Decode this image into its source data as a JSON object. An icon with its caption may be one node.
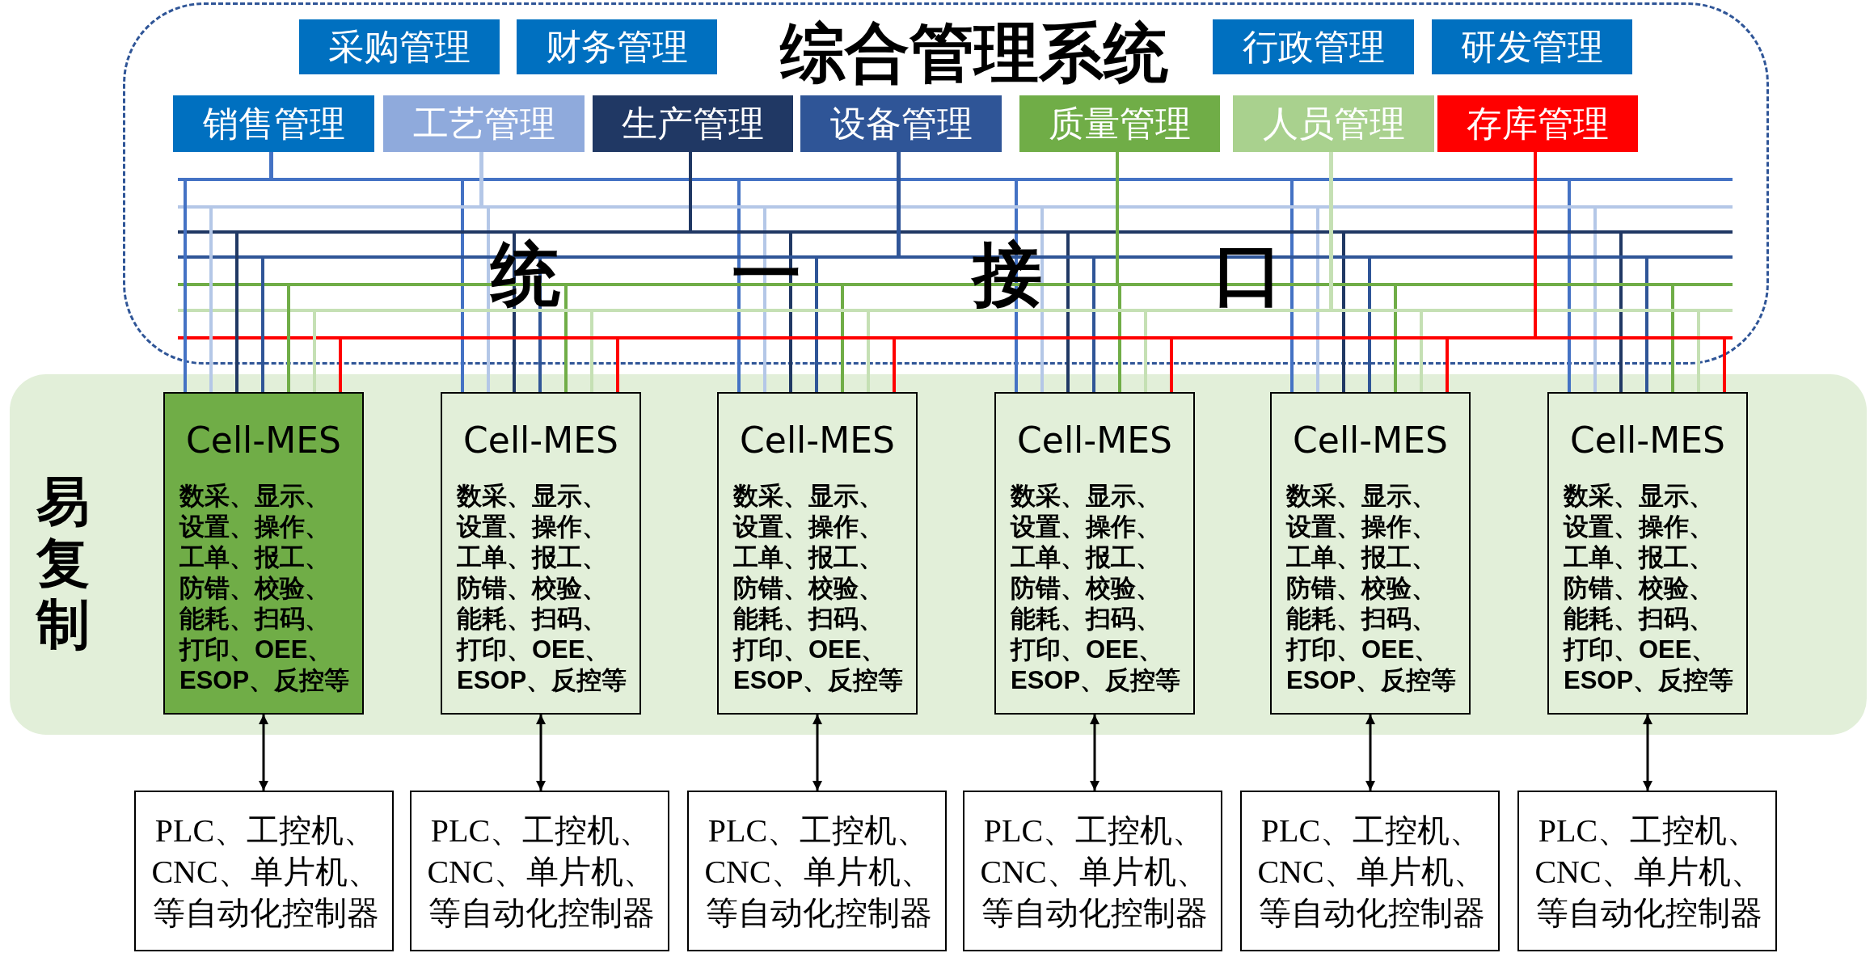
{
  "diagram": {
    "nodes": [
      {
        "text": [
          "综合管理系统",
          "统一接口"
        ]
      },
      {
        "text": [
          "采购管理"
        ],
        "in": 0
      },
      {
        "text": [
          "财务管理"
        ],
        "in": 0
      },
      {
        "text": [
          "行政管理"
        ],
        "in": 0
      },
      {
        "text": [
          "研发管理"
        ],
        "in": 0
      },
      {
        "text": [
          "销售管理"
        ],
        "in": 0
      },
      {
        "text": [
          "工艺管理"
        ],
        "in": 0
      },
      {
        "text": [
          "生产管理"
        ],
        "in": 0
      },
      {
        "text": [
          "设备管理"
        ],
        "in": 0
      },
      {
        "text": [
          "质量管理"
        ],
        "in": 0
      },
      {
        "text": [
          "人员管理"
        ],
        "in": 0
      },
      {
        "text": [
          "存库管理"
        ],
        "in": 0
      },
      {
        "text": [
          "易复制"
        ]
      },
      {
        "text": [
          "Cell-MES",
          "数采、显示、设置、操作、工单、报工、防错、校验、能耗、扫码、打印、OEE、ESOP、反控等"
        ],
        "in": 12
      },
      {
        "text": [
          "Cell-MES",
          "数采、显示、设置、操作、工单、报工、防错、校验、能耗、扫码、打印、OEE、ESOP、反控等"
        ],
        "in": 12
      },
      {
        "text": [
          "Cell-MES",
          "数采、显示、设置、操作、工单、报工、防错、校验、能耗、扫码、打印、OEE、ESOP、反控等"
        ],
        "in": 12
      },
      {
        "text": [
          "Cell-MES",
          "数采、显示、设置、操作、工单、报工、防错、校验、能耗、扫码、打印、OEE、ESOP、反控等"
        ],
        "in": 12
      },
      {
        "text": [
          "Cell-MES",
          "数采、显示、设置、操作、工单、报工、防错、校验、能耗、扫码、打印、OEE、ESOP、反控等"
        ],
        "in": 12
      },
      {
        "text": [
          "Cell-MES",
          "数采、显示、设置、操作、工单、报工、防错、校验、能耗、扫码、打印、OEE、ESOP、反控等"
        ],
        "in": 12
      },
      {
        "text": [
          "PLC、工控机、CNC、单片机、等自动化控制器"
        ]
      },
      {
        "text": [
          "PLC、工控机、CNC、单片机、等自动化控制器"
        ]
      },
      {
        "text": [
          "PLC、工控机、CNC、单片机、等自动化控制器"
        ]
      },
      {
        "text": [
          "PLC、工控机、CNC、单片机、等自动化控制器"
        ]
      },
      {
        "text": [
          "PLC、工控机、CNC、单片机、等自动化控制器"
        ]
      },
      {
        "text": [
          "PLC、工控机、CNC、单片机、等自动化控制器"
        ]
      }
    ],
    "edges": [
      {
        "from": 5,
        "to": 13,
        "arrow": "none",
        "color": "#4472c4"
      },
      {
        "from": 5,
        "to": 14,
        "arrow": "none",
        "color": "#4472c4"
      },
      {
        "from": 5,
        "to": 15,
        "arrow": "none",
        "color": "#4472c4"
      },
      {
        "from": 5,
        "to": 16,
        "arrow": "none",
        "color": "#4472c4"
      },
      {
        "from": 5,
        "to": 17,
        "arrow": "none",
        "color": "#4472c4"
      },
      {
        "from": 5,
        "to": 18,
        "arrow": "none",
        "color": "#4472c4"
      },
      {
        "from": 6,
        "to": 13,
        "arrow": "none",
        "color": "#b4c7e7"
      },
      {
        "from": 6,
        "to": 14,
        "arrow": "none",
        "color": "#b4c7e7"
      },
      {
        "from": 6,
        "to": 15,
        "arrow": "none",
        "color": "#b4c7e7"
      },
      {
        "from": 6,
        "to": 16,
        "arrow": "none",
        "color": "#b4c7e7"
      },
      {
        "from": 6,
        "to": 17,
        "arrow": "none",
        "color": "#b4c7e7"
      },
      {
        "from": 6,
        "to": 18,
        "arrow": "none",
        "color": "#b4c7e7"
      },
      {
        "from": 7,
        "to": 13,
        "arrow": "none",
        "color": "#203864"
      },
      {
        "from": 7,
        "to": 14,
        "arrow": "none",
        "color": "#203864"
      },
      {
        "from": 7,
        "to": 15,
        "arrow": "none",
        "color": "#203864"
      },
      {
        "from": 7,
        "to": 16,
        "arrow": "none",
        "color": "#203864"
      },
      {
        "from": 7,
        "to": 17,
        "arrow": "none",
        "color": "#203864"
      },
      {
        "from": 7,
        "to": 18,
        "arrow": "none",
        "color": "#203864"
      },
      {
        "from": 8,
        "to": 13,
        "arrow": "none",
        "color": "#2f5597"
      },
      {
        "from": 8,
        "to": 14,
        "arrow": "none",
        "color": "#2f5597"
      },
      {
        "from": 8,
        "to": 15,
        "arrow": "none",
        "color": "#2f5597"
      },
      {
        "from": 8,
        "to": 16,
        "arrow": "none",
        "color": "#2f5597"
      },
      {
        "from": 8,
        "to": 17,
        "arrow": "none",
        "color": "#2f5597"
      },
      {
        "from": 8,
        "to": 18,
        "arrow": "none",
        "color": "#2f5597"
      },
      {
        "from": 9,
        "to": 13,
        "arrow": "none",
        "color": "#70ad47"
      },
      {
        "from": 9,
        "to": 14,
        "arrow": "none",
        "color": "#70ad47"
      },
      {
        "from": 9,
        "to": 15,
        "arrow": "none",
        "color": "#70ad47"
      },
      {
        "from": 9,
        "to": 16,
        "arrow": "none",
        "color": "#70ad47"
      },
      {
        "from": 9,
        "to": 17,
        "arrow": "none",
        "color": "#70ad47"
      },
      {
        "from": 9,
        "to": 18,
        "arrow": "none",
        "color": "#70ad47"
      },
      {
        "from": 10,
        "to": 13,
        "arrow": "none",
        "color": "#c5e0b4"
      },
      {
        "from": 10,
        "to": 14,
        "arrow": "none",
        "color": "#c5e0b4"
      },
      {
        "from": 10,
        "to": 15,
        "arrow": "none",
        "color": "#c5e0b4"
      },
      {
        "from": 10,
        "to": 16,
        "arrow": "none",
        "color": "#c5e0b4"
      },
      {
        "from": 10,
        "to": 17,
        "arrow": "none",
        "color": "#c5e0b4"
      },
      {
        "from": 10,
        "to": 18,
        "arrow": "none",
        "color": "#c5e0b4"
      },
      {
        "from": 11,
        "to": 13,
        "arrow": "none",
        "color": "#ff0000"
      },
      {
        "from": 11,
        "to": 14,
        "arrow": "none",
        "color": "#ff0000"
      },
      {
        "from": 11,
        "to": 15,
        "arrow": "none",
        "color": "#ff0000"
      },
      {
        "from": 11,
        "to": 16,
        "arrow": "none",
        "color": "#ff0000"
      },
      {
        "from": 11,
        "to": 17,
        "arrow": "none",
        "color": "#ff0000"
      },
      {
        "from": 11,
        "to": 18,
        "arrow": "none",
        "color": "#ff0000"
      },
      {
        "from": 13,
        "to": 19,
        "arrow": "both",
        "color": "#000000"
      },
      {
        "from": 14,
        "to": 20,
        "arrow": "both",
        "color": "#000000"
      },
      {
        "from": 15,
        "to": 21,
        "arrow": "both",
        "color": "#000000"
      },
      {
        "from": 16,
        "to": 22,
        "arrow": "both",
        "color": "#000000"
      },
      {
        "from": 17,
        "to": 23,
        "arrow": "both",
        "color": "#000000"
      },
      {
        "from": 18,
        "to": 24,
        "arrow": "both",
        "color": "#000000"
      }
    ]
  }
}
